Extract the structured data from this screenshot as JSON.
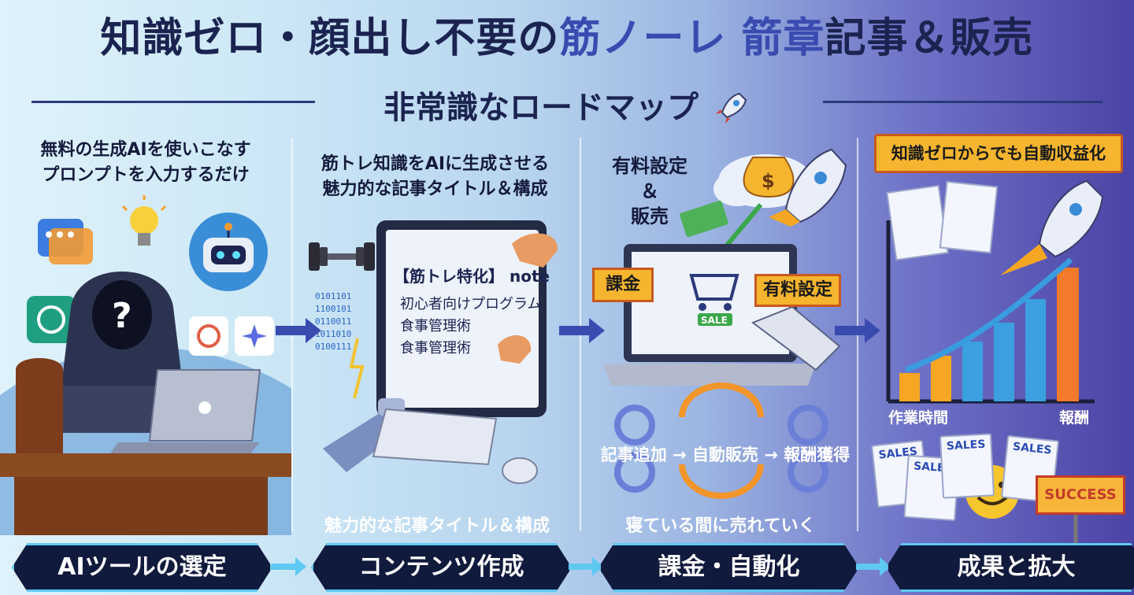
{
  "header": {
    "title_part1": "知識ゼロ・顔出し不要の",
    "title_accent": "筋ノーレ 箭章",
    "title_part2": "記事＆販売",
    "subtitle": "非常識なロードマップ"
  },
  "panels": {
    "p1": {
      "text": "無料の生成AIを使いこなす\nプロンプトを入力するだけ"
    },
    "p2": {
      "text": "筋トレ知識をAIに生成させる\n魅力的な記事タイトル＆構成",
      "screen_title": "【筋トレ特化】 note",
      "screen_items": [
        "初心者向けプログラム",
        "食事管理術",
        "食事管理術"
      ],
      "caption": "魅力的な記事タイトル＆構成"
    },
    "p3": {
      "text": "有料設定\n＆\n販売",
      "tag_left": "課金",
      "tag_right": "有料設定",
      "sale_badge": "SALE",
      "cycle": [
        "記事追加",
        "→",
        "自動販売",
        "→",
        "報酬獲得"
      ],
      "caption": "寝ている間に売れていく"
    },
    "p4": {
      "banner": "知識ゼロからでも自動収益化",
      "x_label": "作業時間",
      "y_label": "報酬",
      "sales_label": "SALES",
      "success": "SUCCESS"
    }
  },
  "steps": [
    "AIツールの選定",
    "コンテンツ作成",
    "課金・自動化",
    "成果と拡大"
  ],
  "colors": {
    "navy": "#1b2350",
    "accent_blue": "#3a4bb0",
    "orange": "#f5b52e",
    "cyan_border": "#5fc9f2"
  },
  "icons": [
    "rocket-icon",
    "chat-bubble-icon",
    "lightbulb-icon",
    "robot-icon",
    "chatgpt-icon",
    "sparkle-icon",
    "question-icon",
    "laptop-icon",
    "dumbbell-icon",
    "flexed-arm-icon",
    "monitor-icon",
    "robot-hand-icon",
    "money-bag-icon",
    "cloud-icon",
    "cash-icon",
    "cart-icon",
    "pointing-hand-icon",
    "gear-icon",
    "cycle-arrows-icon",
    "document-icon",
    "smiley-icon",
    "trend-arrow-icon"
  ]
}
